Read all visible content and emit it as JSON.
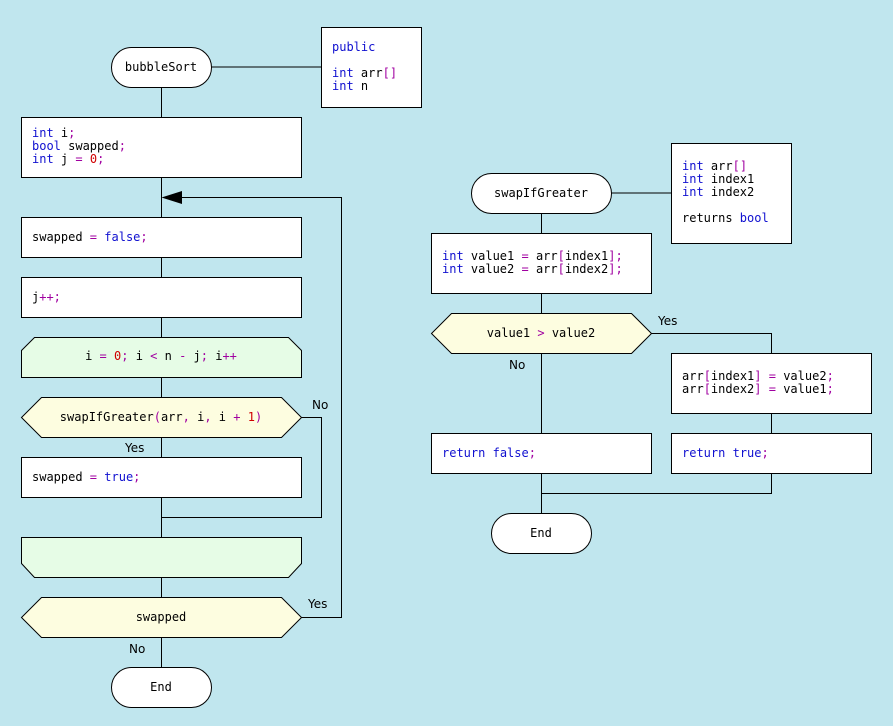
{
  "colors": {
    "background": "#c0e6ee",
    "process_fill": "#ffffff",
    "loop_fill": "#e6fce6",
    "decision_fill": "#fdfde0",
    "keyword": "#1010d0",
    "operator": "#a000a0",
    "number": "#d00000"
  },
  "bubbleSort": {
    "start": "bubbleSort",
    "params": {
      "modifier": "public",
      "lines": [
        [
          {
            "t": "int",
            "c": "kw"
          },
          {
            "t": " arr"
          },
          {
            "t": "[]",
            "c": "op"
          }
        ],
        [
          {
            "t": "int",
            "c": "kw"
          },
          {
            "t": " n"
          }
        ]
      ]
    },
    "decls": [
      [
        {
          "t": "int",
          "c": "kw"
        },
        {
          "t": " i"
        },
        {
          "t": ";",
          "c": "op"
        }
      ],
      [
        {
          "t": "bool",
          "c": "kw"
        },
        {
          "t": " swapped"
        },
        {
          "t": ";",
          "c": "op"
        }
      ],
      [
        {
          "t": "int",
          "c": "kw"
        },
        {
          "t": " j "
        },
        {
          "t": "=",
          "c": "op"
        },
        {
          "t": " "
        },
        {
          "t": "0",
          "c": "num"
        },
        {
          "t": ";",
          "c": "op"
        }
      ]
    ],
    "reset": [
      [
        {
          "t": "swapped "
        },
        {
          "t": "=",
          "c": "op"
        },
        {
          "t": " "
        },
        {
          "t": "false",
          "c": "kw"
        },
        {
          "t": ";",
          "c": "op"
        }
      ]
    ],
    "increment": [
      [
        {
          "t": "j"
        },
        {
          "t": "++;",
          "c": "op"
        }
      ]
    ],
    "for_loop": [
      [
        {
          "t": "i "
        },
        {
          "t": "=",
          "c": "op"
        },
        {
          "t": " "
        },
        {
          "t": "0",
          "c": "num"
        },
        {
          "t": "; ",
          "c": "op"
        },
        {
          "t": "i "
        },
        {
          "t": "<",
          "c": "op"
        },
        {
          "t": " n "
        },
        {
          "t": "-",
          "c": "op"
        },
        {
          "t": " j"
        },
        {
          "t": "; ",
          "c": "op"
        },
        {
          "t": "i"
        },
        {
          "t": "++",
          "c": "op"
        }
      ]
    ],
    "call_decision": [
      [
        {
          "t": "swapIfGreater"
        },
        {
          "t": "(",
          "c": "op"
        },
        {
          "t": "arr"
        },
        {
          "t": ",",
          "c": "op"
        },
        {
          "t": " i"
        },
        {
          "t": ",",
          "c": "op"
        },
        {
          "t": " i "
        },
        {
          "t": "+",
          "c": "op"
        },
        {
          "t": " "
        },
        {
          "t": "1",
          "c": "num"
        },
        {
          "t": ")",
          "c": "op"
        }
      ]
    ],
    "call_yes": "Yes",
    "call_no": "No",
    "set_swapped": [
      [
        {
          "t": "swapped "
        },
        {
          "t": "=",
          "c": "op"
        },
        {
          "t": " "
        },
        {
          "t": "true",
          "c": "kw"
        },
        {
          "t": ";",
          "c": "op"
        }
      ]
    ],
    "while_decision": [
      [
        {
          "t": "swapped"
        }
      ]
    ],
    "while_yes": "Yes",
    "while_no": "No",
    "end": "End"
  },
  "swapIfGreater": {
    "start": "swapIfGreater",
    "params": [
      [
        {
          "t": "int",
          "c": "kw"
        },
        {
          "t": " arr"
        },
        {
          "t": "[]",
          "c": "op"
        }
      ],
      [
        {
          "t": "int",
          "c": "kw"
        },
        {
          "t": " index1"
        }
      ],
      [
        {
          "t": "int",
          "c": "kw"
        },
        {
          "t": " index2"
        }
      ],
      [
        {
          "t": ""
        }
      ],
      [
        {
          "t": "returns "
        },
        {
          "t": "bool",
          "c": "kw"
        }
      ]
    ],
    "decls": [
      [
        {
          "t": "int",
          "c": "kw"
        },
        {
          "t": " value1 "
        },
        {
          "t": "=",
          "c": "op"
        },
        {
          "t": " arr"
        },
        {
          "t": "[",
          "c": "op"
        },
        {
          "t": "index1"
        },
        {
          "t": "];",
          "c": "op"
        }
      ],
      [
        {
          "t": "int",
          "c": "kw"
        },
        {
          "t": " value2 "
        },
        {
          "t": "=",
          "c": "op"
        },
        {
          "t": " arr"
        },
        {
          "t": "[",
          "c": "op"
        },
        {
          "t": "index2"
        },
        {
          "t": "];",
          "c": "op"
        }
      ]
    ],
    "decision": [
      [
        {
          "t": "value1 "
        },
        {
          "t": ">",
          "c": "op"
        },
        {
          "t": " value2"
        }
      ]
    ],
    "yes": "Yes",
    "no": "No",
    "swap": [
      [
        {
          "t": "arr"
        },
        {
          "t": "[",
          "c": "op"
        },
        {
          "t": "index1"
        },
        {
          "t": "]",
          "c": "op"
        },
        {
          "t": " "
        },
        {
          "t": "=",
          "c": "op"
        },
        {
          "t": " value2"
        },
        {
          "t": ";",
          "c": "op"
        }
      ],
      [
        {
          "t": "arr"
        },
        {
          "t": "[",
          "c": "op"
        },
        {
          "t": "index2"
        },
        {
          "t": "]",
          "c": "op"
        },
        {
          "t": " "
        },
        {
          "t": "=",
          "c": "op"
        },
        {
          "t": " value1"
        },
        {
          "t": ";",
          "c": "op"
        }
      ]
    ],
    "return_false": [
      [
        {
          "t": "return",
          "c": "kw"
        },
        {
          "t": " "
        },
        {
          "t": "false",
          "c": "kw"
        },
        {
          "t": ";",
          "c": "op"
        }
      ]
    ],
    "return_true": [
      [
        {
          "t": "return",
          "c": "kw"
        },
        {
          "t": " "
        },
        {
          "t": "true",
          "c": "kw"
        },
        {
          "t": ";",
          "c": "op"
        }
      ]
    ],
    "end": "End"
  }
}
